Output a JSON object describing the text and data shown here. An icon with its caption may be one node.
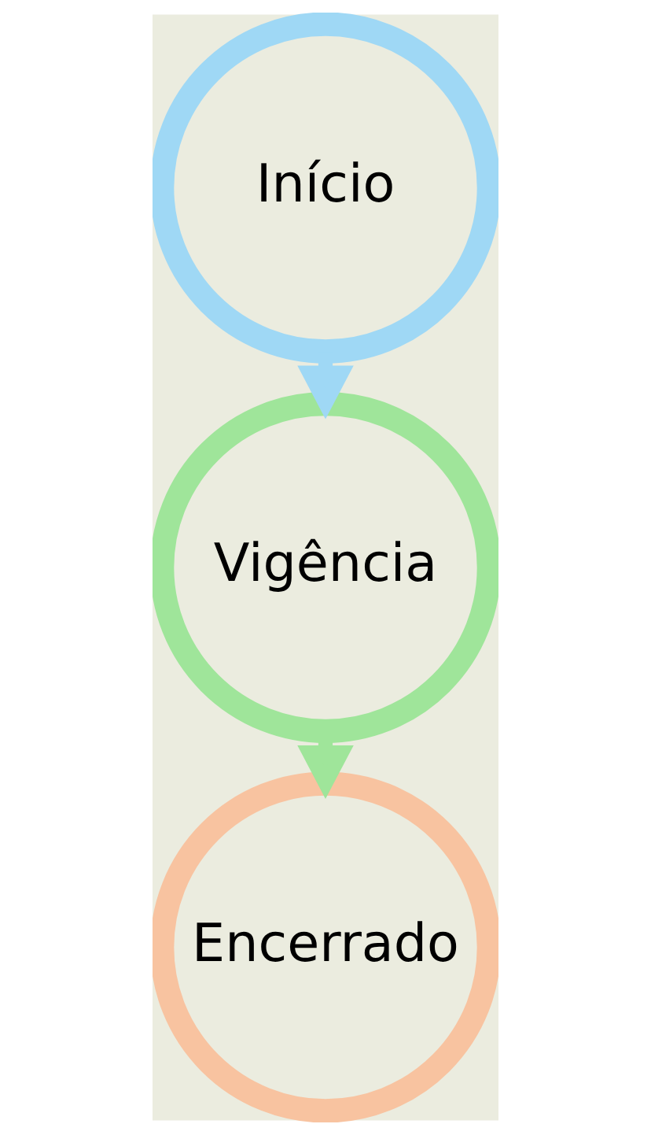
{
  "diagram": {
    "nodes": [
      {
        "text": [
          "Início"
        ]
      },
      {
        "text": [
          "Vigência"
        ]
      },
      {
        "text": [
          "Encerrado"
        ]
      }
    ],
    "edges": [
      {
        "from": 0,
        "to": 1,
        "arrow": "to",
        "color": "#9fd8f5"
      },
      {
        "from": 1,
        "to": 2,
        "arrow": "to",
        "color": "#9fe59a"
      }
    ]
  }
}
